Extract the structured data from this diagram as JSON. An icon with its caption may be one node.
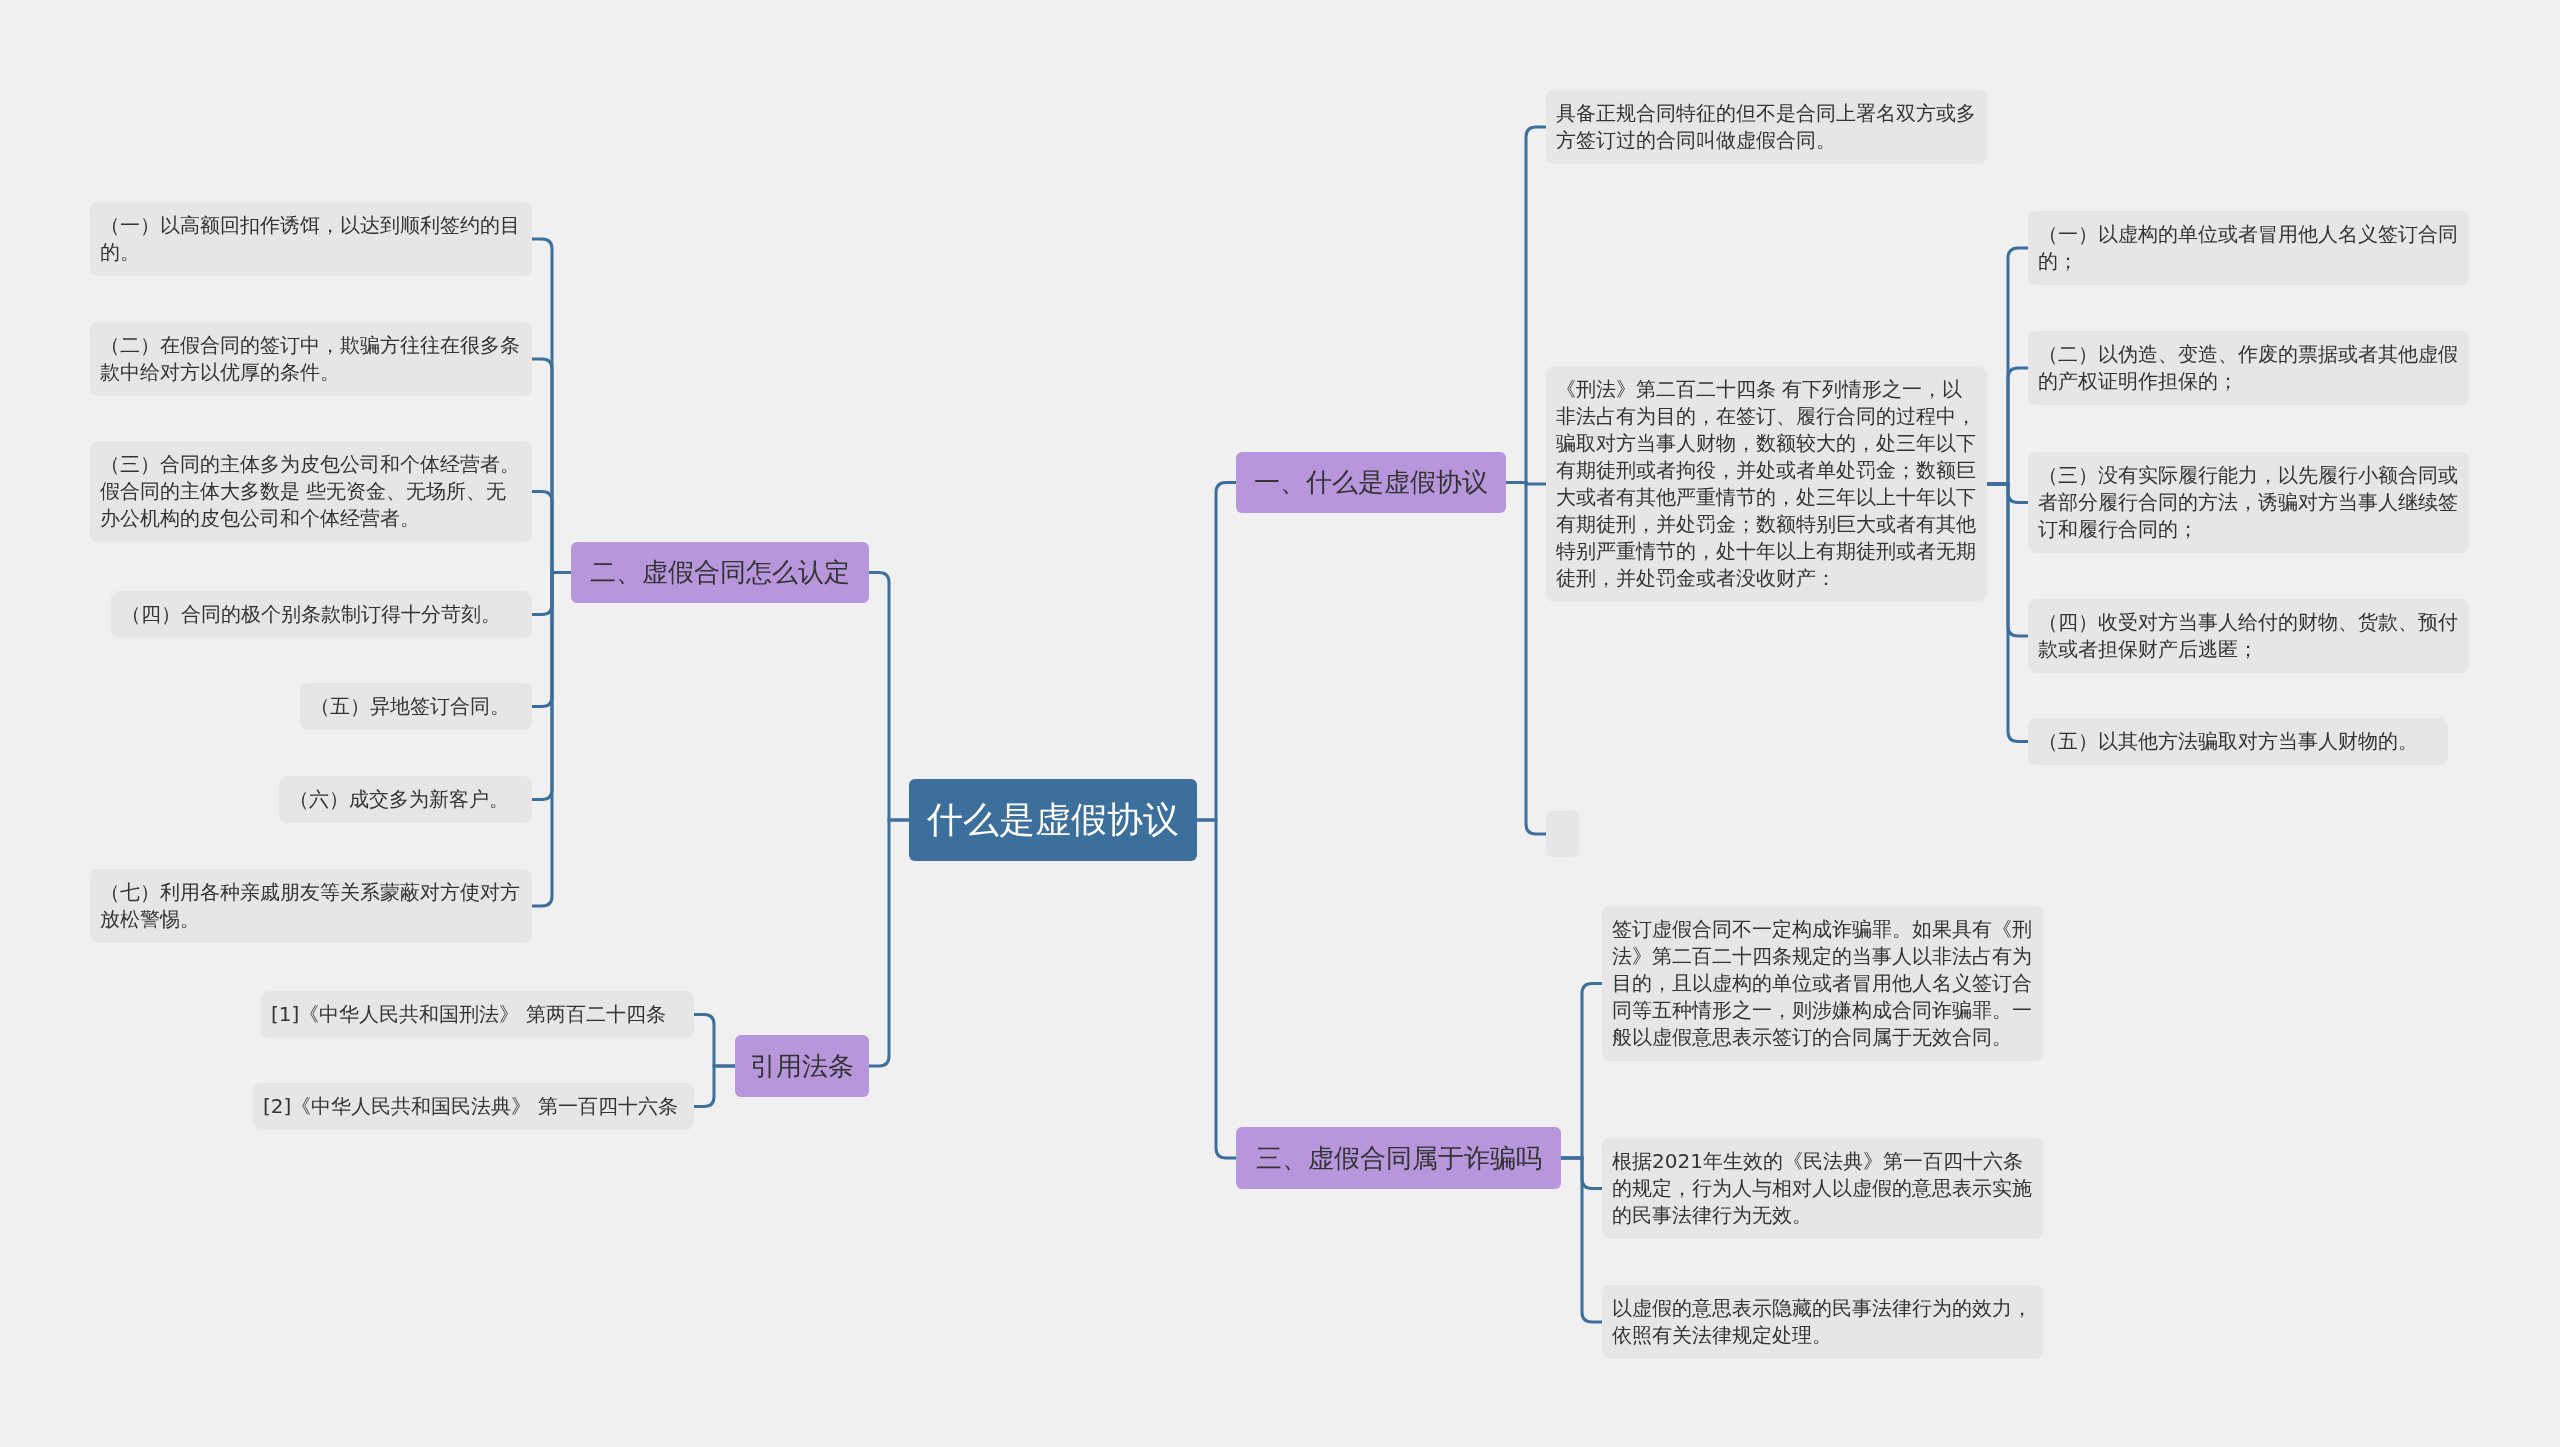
{
  "diagram": {
    "nodes": [
      {
        "text": [
          "什么是虚假协议"
        ]
      },
      {
        "text": [
          "一、什么是虚假协议"
        ]
      },
      {
        "text": [
          "具备正规合同特征的但不是合同上署名双方或多方签订过的合同叫做虚假合同。"
        ]
      },
      {
        "text": [
          "《刑法》第二百二十四条 有下列情形之一，以非法占有为目的，在签订、履行合同的过程中，骗取对方当事人财物，数额较大的，处三年以下有期徒刑或者拘役，并处或者单处罚金；数额巨大或者有其他严重情节的，处三年以上十年以下有期徒刑，并处罚金；数额特别巨大或者有其他特别严重情节的，处十年以上有期徒刑或者无期徒刑，并处罚金或者没收财产："
        ]
      },
      {
        "text": [],
        "shape": "box"
      },
      {
        "text": [
          "（一）以虚构的单位或者冒用他人名义签订合同的；"
        ]
      },
      {
        "text": [
          "（二）以伪造、变造、作废的票据或者其他虚假的产权证明作担保的；"
        ]
      },
      {
        "text": [
          "（三）没有实际履行能力，以先履行小额合同或者部分履行合同的方法，诱骗对方当事人继续签订和履行合同的；"
        ]
      },
      {
        "text": [
          "（四）收受对方当事人给付的财物、货款、预付款或者担保财产后逃匿；"
        ]
      },
      {
        "text": [
          "（五）以其他方法骗取对方当事人财物的。"
        ]
      },
      {
        "text": [
          "二、虚假合同怎么认定"
        ]
      },
      {
        "text": [
          "（一）以高额回扣作诱饵，以达到顺利签约的目的。"
        ]
      },
      {
        "text": [
          "（二）在假合同的签订中，欺骗方往往在很多条款中给对方以优厚的条件。"
        ]
      },
      {
        "text": [
          "（三）合同的主体多为皮包公司和个体经营者。假合同的主体大多数是 些无资金、无场所、无办公机构的皮包公司和个体经营者。"
        ]
      },
      {
        "text": [
          "（四）合同的极个别条款制订得十分苛刻。"
        ]
      },
      {
        "text": [
          "（五）异地签订合同。"
        ]
      },
      {
        "text": [
          "（六）成交多为新客户。"
        ]
      },
      {
        "text": [
          "（七）利用各种亲戚朋友等关系蒙蔽对方使对方放松警惕。"
        ]
      },
      {
        "text": [
          "引用法条"
        ]
      },
      {
        "text": [
          "[1]《中华人民共和国刑法》 第两百二十四条"
        ]
      },
      {
        "text": [
          "[2]《中华人民共和国民法典》 第一百四十六条"
        ]
      },
      {
        "text": [
          "三、虚假合同属于诈骗吗"
        ]
      },
      {
        "text": [
          "签订虚假合同不一定构成诈骗罪。如果具有《刑法》第二百二十四条规定的当事人以非法占有为目的，且以虚构的单位或者冒用他人名义签订合同等五种情形之一，则涉嫌构成合同诈骗罪。一般以虚假意思表示签订的合同属于无效合同。"
        ]
      },
      {
        "text": [
          "根据2021年生效的《民法典》第一百四十六条的规定，行为人与相对人以虚假的意思表示实施的民事法律行为无效。"
        ]
      },
      {
        "text": [
          "以虚假的意思表示隐藏的民事法律行为的效力，依照有关法律规定处理。"
        ]
      }
    ],
    "edges": [
      {
        "from": 0,
        "to": 1,
        "arrow": "none"
      },
      {
        "from": 1,
        "to": 2,
        "arrow": "none"
      },
      {
        "from": 1,
        "to": 3,
        "arrow": "none"
      },
      {
        "from": 1,
        "to": 4,
        "arrow": "none"
      },
      {
        "from": 3,
        "to": 5,
        "arrow": "none"
      },
      {
        "from": 3,
        "to": 6,
        "arrow": "none"
      },
      {
        "from": 3,
        "to": 7,
        "arrow": "none"
      },
      {
        "from": 3,
        "to": 8,
        "arrow": "none"
      },
      {
        "from": 3,
        "to": 9,
        "arrow": "none"
      },
      {
        "from": 0,
        "to": 10,
        "arrow": "none"
      },
      {
        "from": 10,
        "to": 11,
        "arrow": "none"
      },
      {
        "from": 10,
        "to": 12,
        "arrow": "none"
      },
      {
        "from": 10,
        "to": 13,
        "arrow": "none"
      },
      {
        "from": 10,
        "to": 14,
        "arrow": "none"
      },
      {
        "from": 10,
        "to": 15,
        "arrow": "none"
      },
      {
        "from": 10,
        "to": 16,
        "arrow": "none"
      },
      {
        "from": 10,
        "to": 17,
        "arrow": "none"
      },
      {
        "from": 0,
        "to": 18,
        "arrow": "none"
      },
      {
        "from": 18,
        "to": 19,
        "arrow": "none"
      },
      {
        "from": 18,
        "to": 20,
        "arrow": "none"
      },
      {
        "from": 0,
        "to": 21,
        "arrow": "none"
      },
      {
        "from": 21,
        "to": 22,
        "arrow": "none"
      },
      {
        "from": 21,
        "to": 23,
        "arrow": "none"
      },
      {
        "from": 21,
        "to": 24,
        "arrow": "none"
      }
    ]
  }
}
